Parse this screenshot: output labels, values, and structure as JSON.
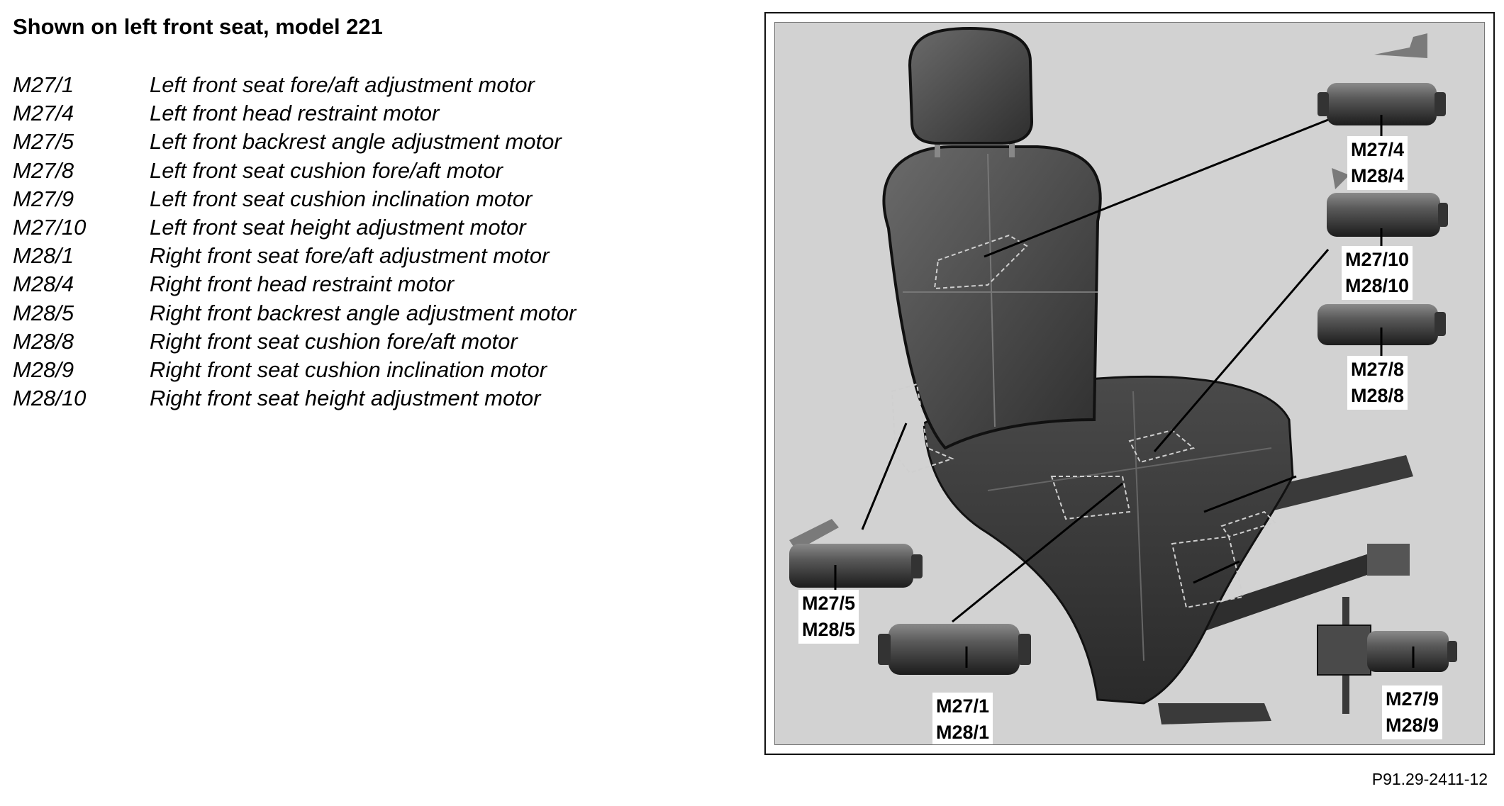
{
  "title": "Shown on left front seat, model 221",
  "legend": [
    {
      "code": "M27/1",
      "desc": "Left front seat fore/aft adjustment motor"
    },
    {
      "code": "M27/4",
      "desc": "Left front head restraint motor"
    },
    {
      "code": "M27/5",
      "desc": "Left front backrest angle adjustment motor"
    },
    {
      "code": "M27/8",
      "desc": "Left front seat cushion fore/aft motor"
    },
    {
      "code": "M27/9",
      "desc": "Left front seat cushion inclination motor"
    },
    {
      "code": "M27/10",
      "desc": "Left front seat height adjustment motor"
    },
    {
      "code": "M28/1",
      "desc": "Right front seat fore/aft adjustment motor"
    },
    {
      "code": "M28/4",
      "desc": "Right front head restraint motor"
    },
    {
      "code": "M28/5",
      "desc": "Right front backrest angle adjustment motor"
    },
    {
      "code": "M28/8",
      "desc": "Right front seat cushion fore/aft motor"
    },
    {
      "code": "M28/9",
      "desc": "Right front seat cushion inclination motor"
    },
    {
      "code": "M28/10",
      "desc": "Right front seat height adjustment motor"
    }
  ],
  "callouts": {
    "head": {
      "line1": "M27/4",
      "line2": "M28/4"
    },
    "height": {
      "line1": "M27/10",
      "line2": "M28/10"
    },
    "cushion": {
      "line1": "M27/8",
      "line2": "M28/8"
    },
    "backrest": {
      "line1": "M27/5",
      "line2": "M28/5"
    },
    "foreaft": {
      "line1": "M27/1",
      "line2": "M28/1"
    },
    "incline": {
      "line1": "M27/9",
      "line2": "M28/9"
    }
  },
  "figure_ref": "P91.29-2411-12"
}
